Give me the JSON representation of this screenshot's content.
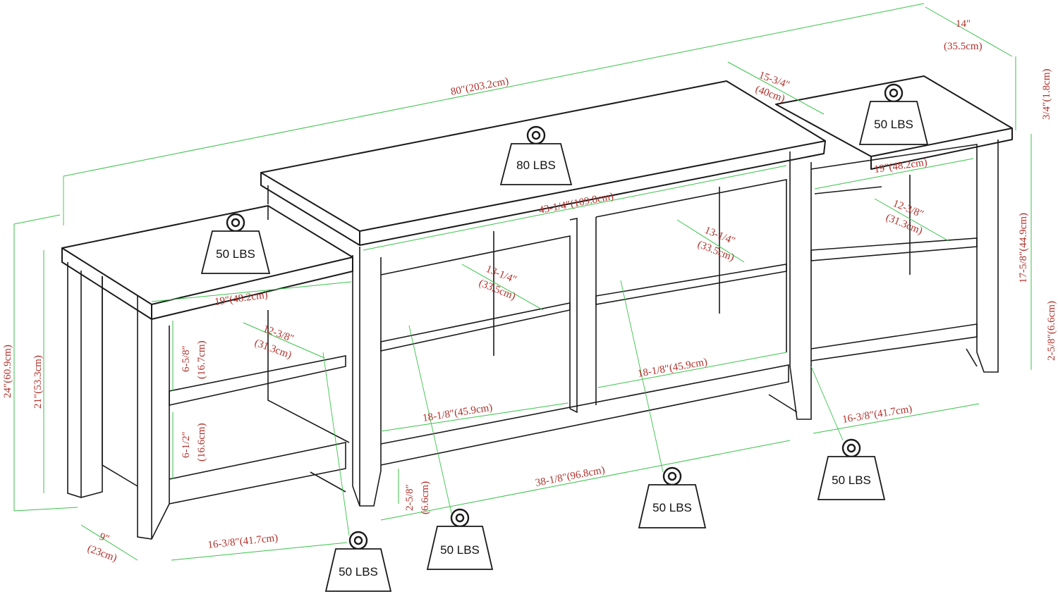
{
  "colors": {
    "outline": "#1a1a1a",
    "dimension_line": "#39c24a",
    "dimension_text": "#b0302a",
    "background": "#ffffff"
  },
  "dimensions": {
    "overall_width": "80″(203.2cm)",
    "overall_depth": "14″",
    "overall_depth_cm": "(35.5cm)",
    "top_thickness": "3/4″(1.8cm)",
    "center_depth": "15-3/4″",
    "center_depth_cm": "(40cm)",
    "center_top_width": "43-1/4″(109.8cm)",
    "overall_height": "24″(60.9cm)",
    "side_height": "21″(53.3cm)",
    "side_depth": "9″",
    "side_depth_cm": "(23cm)",
    "left_top_width": "19″(48.2cm)",
    "left_shelf_depth": "12-3/8″",
    "left_shelf_depth_cm": "(31.3cm)",
    "left_upper_opening": "6-5/8″",
    "left_upper_opening_cm": "(16.7cm)",
    "left_lower_opening": "6-1/2″",
    "left_lower_opening_cm": "(16.6cm)",
    "left_shelf_width": "16-3/8″(41.7cm)",
    "center_left_shelf_depth": "13-1/4″",
    "center_left_shelf_depth_cm": "(33.5cm)",
    "center_right_shelf_depth": "13-1/4″",
    "center_right_shelf_depth_cm": "(33.5cm)",
    "center_left_shelf_width": "18-1/8″(45.9cm)",
    "center_right_shelf_width": "18-1/8″(45.9cm)",
    "center_bottom_width": "38-1/8″(96.8cm)",
    "center_clearance": "2-5/8″",
    "center_clearance_cm": "(6.6cm)",
    "right_top_width": "19″(48.2cm)",
    "right_shelf_depth": "12-3/8″",
    "right_shelf_depth_cm": "(31.3cm)",
    "right_interior_height": "17-5/8″(44.9cm)",
    "right_clearance": "2-5/8″(6.6cm)",
    "right_shelf_width": "16-3/8″(41.7cm)"
  },
  "weights": {
    "center_top": "80 LBS",
    "left_top": "50 LBS",
    "right_top": "50 LBS",
    "left_bottom": "50 LBS",
    "center_left_bottom": "50 LBS",
    "center_right_bottom": "50 LBS",
    "right_bottom": "50 LBS"
  },
  "icons": {
    "weight": "weight-icon"
  }
}
